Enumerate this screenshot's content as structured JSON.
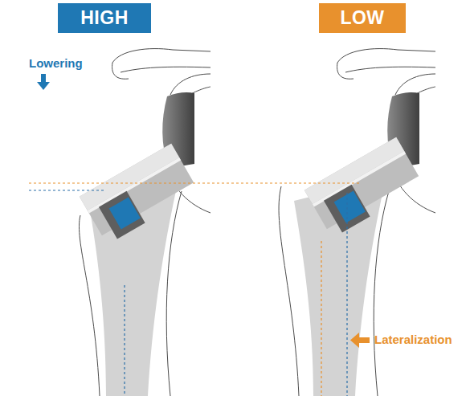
{
  "diagram": {
    "nodes": [
      {
        "text": [
          "HIGH"
        ]
      },
      {
        "text": [
          "LOW"
        ]
      }
    ],
    "labels": [
      "Lowering",
      "Lateralization"
    ]
  }
}
